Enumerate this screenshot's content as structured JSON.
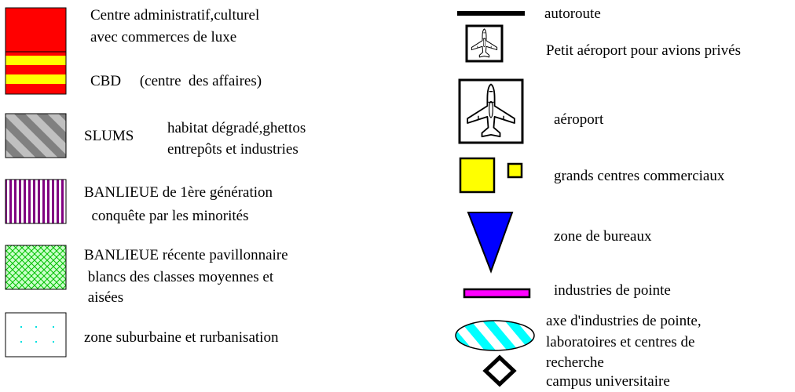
{
  "legend_left": [
    {
      "lines": [
        "Centre administratif,culturel",
        "avec commerces de luxe"
      ],
      "colors": {
        "fill": "#ff0000"
      }
    },
    {
      "lines": [
        "CBD     (centre  des affaires)"
      ],
      "colors": {
        "fill": "#ff0000",
        "stripe": "#ffff00"
      }
    },
    {
      "label": "SLUMS",
      "lines": [
        "habitat dégradé,ghettos",
        "entrepôts et industries"
      ],
      "colors": {
        "fill": "#808080",
        "stripe": "#c0c0c0"
      }
    },
    {
      "lines": [
        "BANLIEUE de 1ère génération",
        "  conquête par les minorités"
      ],
      "colors": {
        "stripe": "#800080"
      }
    },
    {
      "lines": [
        "BANLIEUE récente pavillonnaire",
        " blancs des classes moyennes et",
        " aisées"
      ],
      "colors": {
        "fill": "#ccffcc",
        "hatch": "#00c000"
      }
    },
    {
      "lines": [
        "zone suburbaine et rurbanisation"
      ],
      "colors": {
        "dots": "#00e0e0"
      }
    }
  ],
  "legend_right": [
    {
      "lines": [
        "autoroute"
      ],
      "icon": "highway-line"
    },
    {
      "lines": [
        "Petit aéroport pour avions privés"
      ],
      "icon": "small-airplane-icon"
    },
    {
      "lines": [
        "aéroport"
      ],
      "icon": "airplane-icon"
    },
    {
      "lines": [
        "grands centres commerciaux"
      ],
      "icon": "yellow-squares-icon",
      "colors": {
        "fill": "#ffff00"
      }
    },
    {
      "lines": [
        "zone de bureaux"
      ],
      "icon": "blue-triangle-icon",
      "colors": {
        "fill": "#0000ff"
      }
    },
    {
      "lines": [
        "industries de pointe"
      ],
      "icon": "magenta-bar-icon",
      "colors": {
        "fill": "#ff00ff"
      }
    },
    {
      "lines": [
        "axe d'industries de pointe,",
        "laboratoires et centres de",
        "recherche"
      ],
      "icon": "cyan-striped-ellipse-icon",
      "colors": {
        "fill": "#00ffff"
      }
    },
    {
      "lines": [
        "campus universitaire"
      ],
      "icon": "diamond-icon"
    }
  ]
}
